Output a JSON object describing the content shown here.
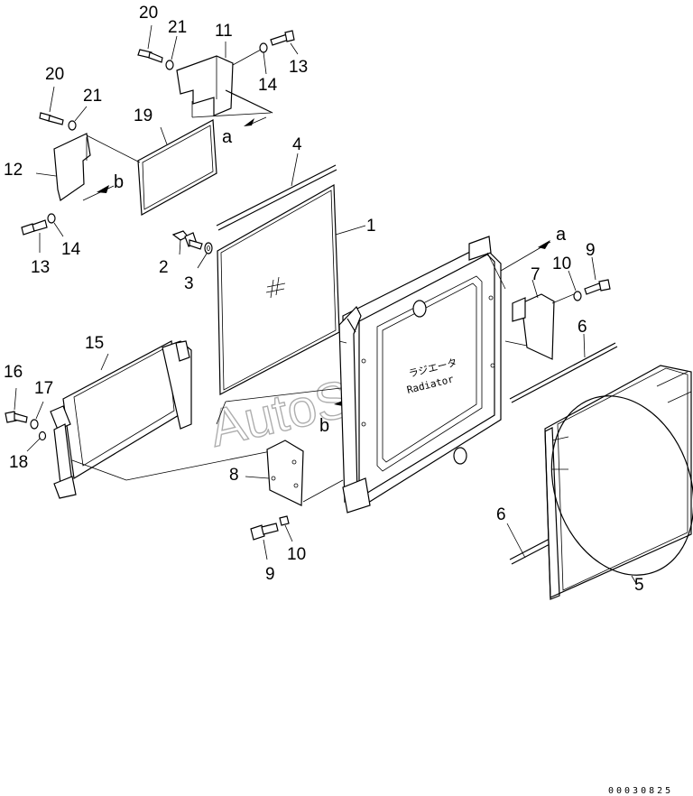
{
  "diagram": {
    "callouts": {
      "p1": "1",
      "p2": "2",
      "p3": "3",
      "p4": "4",
      "p5": "5",
      "p6a": "6",
      "p6b": "6",
      "p7": "7",
      "p8": "8",
      "p9a": "9",
      "p9b": "9",
      "p10a": "10",
      "p10b": "10",
      "p11": "11",
      "p12": "12",
      "p13a": "13",
      "p13b": "13",
      "p14a": "14",
      "p14b": "14",
      "p15": "15",
      "p16": "16",
      "p17": "17",
      "p18": "18",
      "p19": "19",
      "p20a": "20",
      "p20b": "20",
      "p21a": "21",
      "p21b": "21"
    },
    "refs": {
      "a1": "a",
      "a2": "a",
      "b1": "b",
      "b2": "b"
    },
    "radiator_label_jp": "ラジエータ",
    "radiator_label_en": "Radiator",
    "watermark": "AutoSoft",
    "drawing_code": "00030825"
  }
}
